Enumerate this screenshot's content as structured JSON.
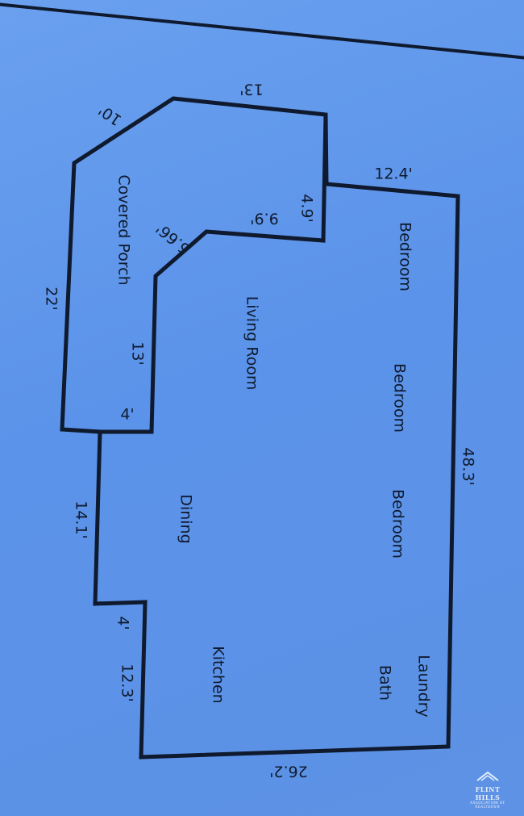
{
  "rooms": {
    "covered_porch": "Covered Porch",
    "living_room": "Living Room",
    "dining": "Dining",
    "kitchen": "Kitchen",
    "bedroom_1": "Bedroom",
    "bedroom_2": "Bedroom",
    "bedroom_3": "Bedroom",
    "bath": "Bath",
    "laundry": "Laundry"
  },
  "dimensions": {
    "porch_top": "13'",
    "porch_diagonal": "10'",
    "porch_left": "22'",
    "porch_inner_13": "13'",
    "porch_inner_4": "4'",
    "inner_diagonal": "5.66'",
    "inner_9_9": "9.9'",
    "inner_4_9": "4.9'",
    "top_12_4": "12.4'",
    "right_48_3": "48.3'",
    "bottom_26_2": "26.2'",
    "left_14_1": "14.1'",
    "left_4": "4'",
    "left_12_3": "12.3'"
  },
  "logo": {
    "line1": "FLINT HILLS",
    "line2": "ASSOCIATION OF REALTORS®"
  },
  "colors": {
    "background": "#5f96ea",
    "line": "#0f1a2e"
  }
}
